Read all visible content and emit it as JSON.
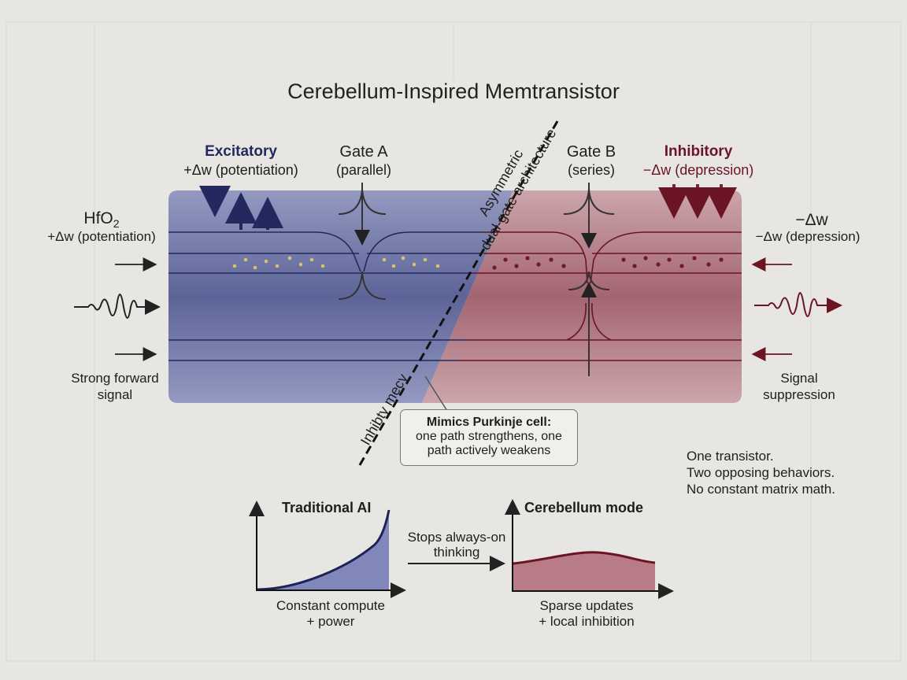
{
  "title": "Cerebellum-Inspired Memtransistor",
  "diagonal_label": [
    "Asymmetric",
    "dual-gate architecture"
  ],
  "diagonal_lower_label": "Inhibty mecy",
  "left": {
    "excitatory_title": "Excitatory",
    "excitatory_sub": "+Δw (potentiation)",
    "gate_title": "Gate A",
    "gate_sub": "(parallel)",
    "material_base": "HfO",
    "material_subscript": "2",
    "material_sub": "+Δw (potentiation)",
    "signal_caption": [
      "Strong forward",
      "signal"
    ]
  },
  "right": {
    "gate_title": "Gate B",
    "gate_sub": "(series)",
    "inhibitory_title": "Inhibitory",
    "inhibitory_sub": "−Δw (depression)",
    "delta_title": "−Δw",
    "delta_sub": "−Δw (depression)",
    "signal_caption": [
      "Signal",
      "suppression"
    ]
  },
  "callout": {
    "heading": "Mimics Purkinje cell:",
    "line1": "one path strengthens, one",
    "line2": "path actively weakens"
  },
  "summary": [
    "One transistor.",
    "Two opposing behaviors.",
    "No constant matrix math."
  ],
  "traditional": {
    "title": "Traditional AI",
    "caption": [
      "Constant compute",
      "+ power"
    ]
  },
  "transition_label": [
    "Stops always-on",
    "thinking"
  ],
  "cerebellum": {
    "title": "Cerebellum mode",
    "caption": [
      "Sparse updates",
      "+ local inhibition"
    ]
  },
  "colors": {
    "background": "#e7e6e2",
    "blue_fill": "#3b4587",
    "blue_dark": "#23285e",
    "red_fill": "#8e3b4c",
    "red_dark": "#6a1424",
    "dots_left": "#d9c06a",
    "dots_right": "#6d1b2b"
  }
}
